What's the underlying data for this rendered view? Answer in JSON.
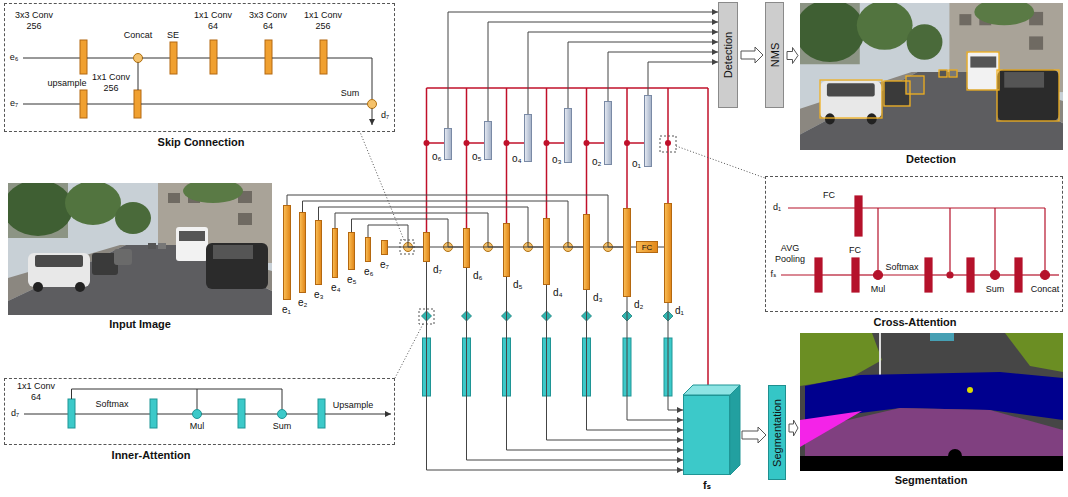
{
  "diagram": {
    "nodes": [
      {
        "text": [
          "Skip Connection"
        ]
      },
      {
        "text": [
          "Detection"
        ]
      },
      {
        "text": [
          "NMS"
        ]
      },
      {
        "text": [
          "Detection"
        ]
      },
      {
        "text": [
          "Input Image"
        ]
      },
      {
        "text": [
          "e₁"
        ]
      },
      {
        "text": [
          "e₂"
        ]
      },
      {
        "text": [
          "e₃"
        ]
      },
      {
        "text": [
          "e₄"
        ]
      },
      {
        "text": [
          "e₅"
        ]
      },
      {
        "text": [
          "e₆"
        ]
      },
      {
        "text": [
          "e₇"
        ]
      },
      {
        "text": [
          "d₇"
        ]
      },
      {
        "text": [
          "d₆"
        ]
      },
      {
        "text": [
          "d₅"
        ]
      },
      {
        "text": [
          "d₄"
        ]
      },
      {
        "text": [
          "d₃"
        ]
      },
      {
        "text": [
          "d₂"
        ]
      },
      {
        "text": [
          "FC"
        ]
      },
      {
        "text": [
          "d₁"
        ]
      },
      {
        "text": [
          "o₆"
        ]
      },
      {
        "text": [
          "o₅"
        ]
      },
      {
        "text": [
          "o₄"
        ]
      },
      {
        "text": [
          "o₃"
        ]
      },
      {
        "text": [
          "o₂"
        ]
      },
      {
        "text": [
          "o₁"
        ]
      },
      {
        "text": [
          "Cross-Attention"
        ]
      },
      {
        "text": [
          "Inner-Attention"
        ]
      },
      {
        "text": [
          "fₛ"
        ]
      },
      {
        "text": [
          "Segmentation"
        ]
      },
      {
        "text": [
          "Segmentation"
        ]
      }
    ],
    "edges": [
      {
        "from": 11,
        "to": 12,
        "arrow": "none"
      },
      {
        "from": 10,
        "to": 12,
        "arrow": "none"
      },
      {
        "from": 9,
        "to": 13,
        "arrow": "none"
      },
      {
        "from": 8,
        "to": 14,
        "arrow": "none"
      },
      {
        "from": 7,
        "to": 15,
        "arrow": "none"
      },
      {
        "from": 6,
        "to": 16,
        "arrow": "none"
      },
      {
        "from": 5,
        "to": 17,
        "arrow": "none"
      },
      {
        "from": 12,
        "to": 13,
        "arrow": "none"
      },
      {
        "from": 13,
        "to": 14,
        "arrow": "none"
      },
      {
        "from": 14,
        "to": 15,
        "arrow": "none"
      },
      {
        "from": 15,
        "to": 16,
        "arrow": "none"
      },
      {
        "from": 16,
        "to": 17,
        "arrow": "none"
      },
      {
        "from": 17,
        "to": 18,
        "arrow": "none"
      },
      {
        "from": 18,
        "to": 19,
        "arrow": "none"
      },
      {
        "from": 12,
        "to": 28,
        "arrow": "to"
      },
      {
        "from": 13,
        "to": 28,
        "arrow": "to"
      },
      {
        "from": 14,
        "to": 28,
        "arrow": "to"
      },
      {
        "from": 15,
        "to": 28,
        "arrow": "to"
      },
      {
        "from": 16,
        "to": 28,
        "arrow": "to"
      },
      {
        "from": 17,
        "to": 28,
        "arrow": "to"
      },
      {
        "from": 19,
        "to": 28,
        "arrow": "to"
      },
      {
        "from": 20,
        "to": 1,
        "arrow": "to"
      },
      {
        "from": 21,
        "to": 1,
        "arrow": "to"
      },
      {
        "from": 22,
        "to": 1,
        "arrow": "to"
      },
      {
        "from": 23,
        "to": 1,
        "arrow": "to"
      },
      {
        "from": 24,
        "to": 1,
        "arrow": "to"
      },
      {
        "from": 25,
        "to": 1,
        "arrow": "to"
      },
      {
        "from": 1,
        "to": 2,
        "arrow": "to"
      },
      {
        "from": 2,
        "to": 3,
        "arrow": "to"
      },
      {
        "from": 28,
        "to": 29,
        "arrow": "to"
      },
      {
        "from": 29,
        "to": 30,
        "arrow": "to"
      }
    ],
    "labels": [
      "3x3 Conv 256",
      "Concat",
      "SE",
      "1x1 Conv 64",
      "3x3 Conv 64",
      "1x1 Conv 256",
      "e₆",
      "upsample",
      "1x1 Conv 256",
      "e₇",
      "Sum",
      "d₇",
      "d₁",
      "FC",
      "AVG Pooling",
      "FC",
      "Softmax",
      "fₛ",
      "Mul",
      "Sum",
      "Concat",
      "1x1 Conv 64",
      "d₇",
      "Softmax",
      "Mul",
      "Sum",
      "Upsample"
    ]
  }
}
